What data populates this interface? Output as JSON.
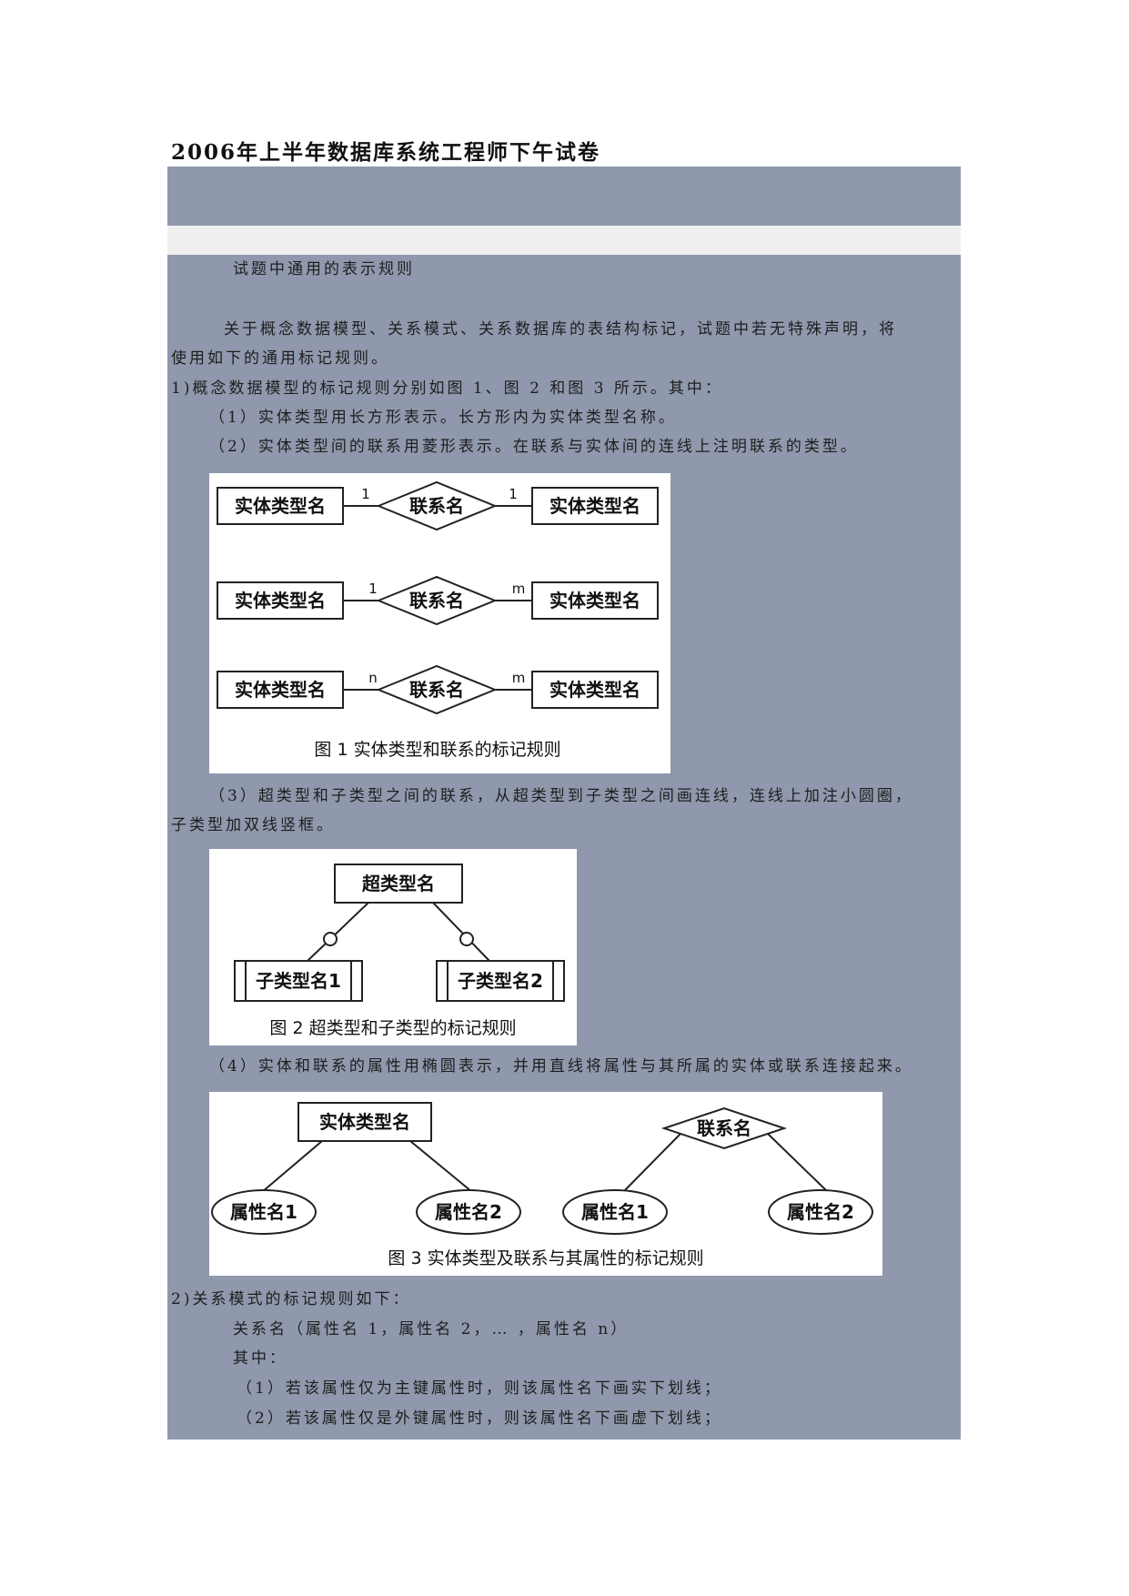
{
  "title": "2006年上半年数据库系统工程师下午试卷",
  "section_heading": "试题中通用的表示规则",
  "paragraphs": {
    "p1_line1": "关于概念数据模型、关系模式、关系数据库的表结构标记，试题中若无特殊声明，将",
    "p1_line2": "使用如下的通用标记规则。",
    "rule1_intro": "1)概念数据模型的标记规则分别如图 1、图 2 和图 3 所示。其中：",
    "rule1_item1": "（1）实体类型用长方形表示。长方形内为实体类型名称。",
    "rule1_item2": "（2）实体类型间的联系用菱形表示。在联系与实体间的连线上注明联系的类型。",
    "rule1_item3_line1": "（3）超类型和子类型之间的联系，从超类型到子类型之间画连线，连线上加注小圆圈，",
    "rule1_item3_line2": "子类型加双线竖框。",
    "rule1_item4": "（4）实体和联系的属性用椭圆表示，并用直线将属性与其所属的实体或联系连接起来。",
    "rule2_intro": "2)关系模式的标记规则如下：",
    "rule2_format": "关系名（属性名 1，属性名 2，… ，属性名 n）",
    "rule2_where": "其中：",
    "rule2_item1": "（1）若该属性仅为主键属性时，则该属性名下画实下划线；",
    "rule2_item2": "（2）若该属性仅是外键属性时，则该属性名下画虚下划线；"
  },
  "figure1": {
    "entity": "实体类型名",
    "relation": "联系名",
    "rows": [
      {
        "left": "1",
        "right": "1"
      },
      {
        "left": "1",
        "right": "m"
      },
      {
        "left": "n",
        "right": "m"
      }
    ],
    "caption": "图 1  实体类型和联系的标记规则"
  },
  "figure2": {
    "supertype": "超类型名",
    "subtype1": "子类型名1",
    "subtype2": "子类型名2",
    "caption": "图 2  超类型和子类型的标记规则"
  },
  "figure3": {
    "entity": "实体类型名",
    "relation": "联系名",
    "attr1": "属性名1",
    "attr2": "属性名2",
    "caption": "图 3  实体类型及联系与其属性的标记规则"
  }
}
